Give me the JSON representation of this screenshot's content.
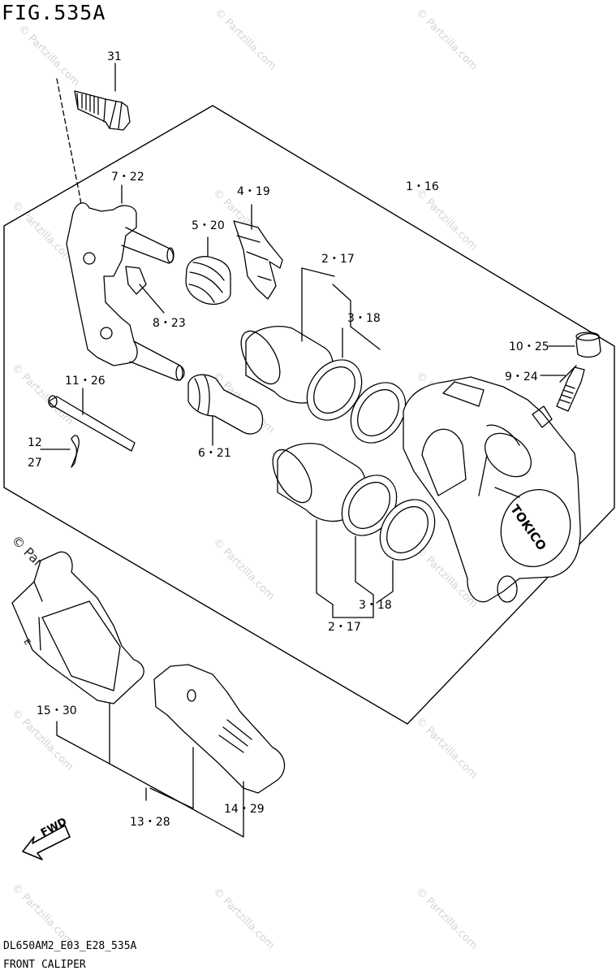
{
  "figure": {
    "title": "FIG.535A",
    "footer_code": "DL650AM2_E03_E28_535A",
    "footer_name": "FRONT CALIPER"
  },
  "callouts": {
    "c31": "31",
    "c7_22": "7・22",
    "c4_19": "4・19",
    "c1_16": "1・16",
    "c5_20": "5・20",
    "c2_17_top": "2・17",
    "c3_18_top": "3・18",
    "c8_23": "8・23",
    "c10_25": "10・25",
    "c11_26": "11・26",
    "c9_24": "9・24",
    "c12": "12",
    "c27": "27",
    "c6_21": "6・21",
    "c3_18_bot": "3・18",
    "c2_17_bot": "2・17",
    "c15_30": "15・30",
    "c13_28": "13・28",
    "c14_29": "14・29"
  },
  "part_markings": {
    "caliper_brand": "TOKICO",
    "arrow_text": "FWD",
    "pad_mark": "E"
  },
  "watermark": {
    "text": "© Partzilla.com",
    "prominent": "© Partzilla.com"
  },
  "colors": {
    "line": "#000000",
    "watermark": "#d4d4d4",
    "background": "#ffffff"
  }
}
